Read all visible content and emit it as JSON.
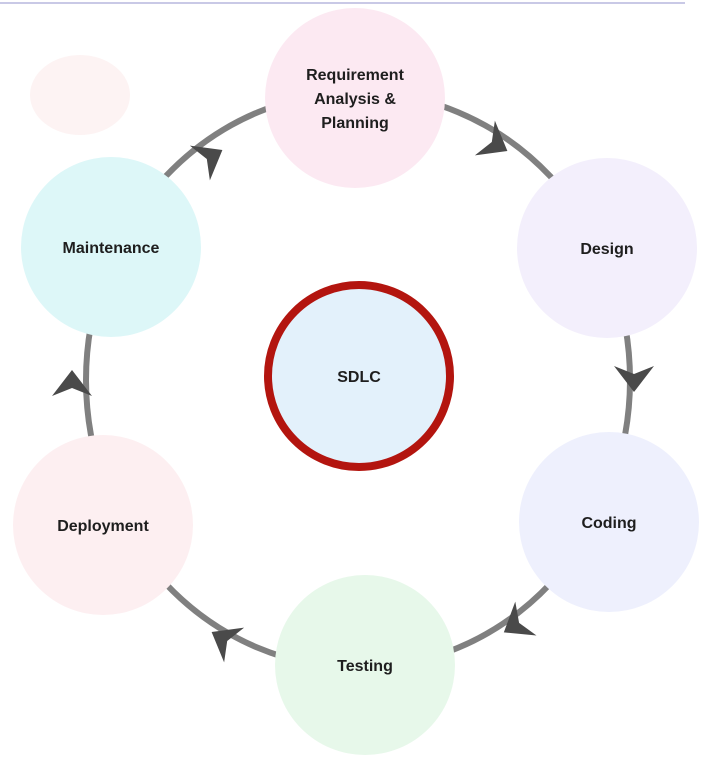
{
  "diagram": {
    "center": {
      "label": "SDLC",
      "fill": "#e3f1fb",
      "stroke": "#b3150f"
    },
    "phases": [
      {
        "lines": [
          "Requirement",
          "Analysis &",
          "Planning"
        ],
        "fill": "#fce9f2"
      },
      {
        "lines": [
          "Design"
        ],
        "fill": "#f3effc"
      },
      {
        "lines": [
          "Coding"
        ],
        "fill": "#eef0fd"
      },
      {
        "lines": [
          "Testing"
        ],
        "fill": "#e7f8ea"
      },
      {
        "lines": [
          "Deployment"
        ],
        "fill": "#fdeff1"
      },
      {
        "lines": [
          "Maintenance"
        ],
        "fill": "#ddf7f8"
      }
    ],
    "arrow_color": "#4a4a4a",
    "ring_color": "#808080",
    "direction": "clockwise"
  }
}
